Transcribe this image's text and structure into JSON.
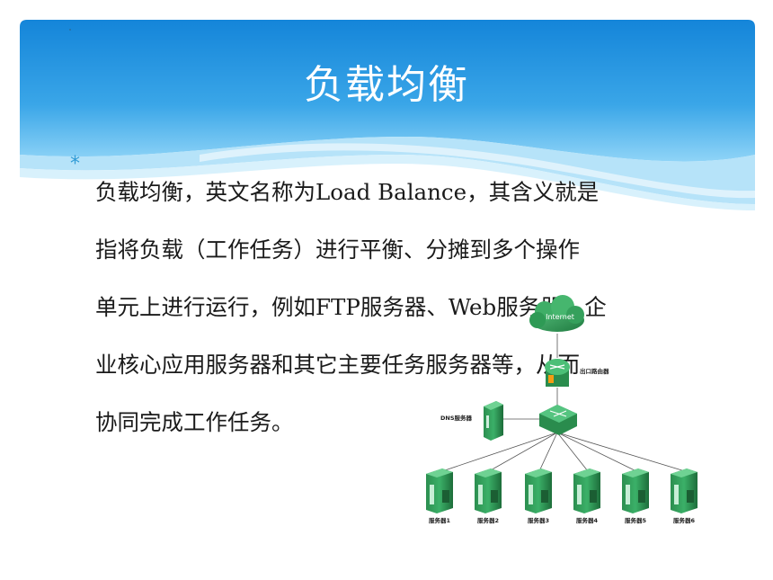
{
  "slide": {
    "title": "负载均衡",
    "bullet_marker": "*",
    "body_lines": [
      "负载均衡，英文名称为Load Balance，其含义就是",
      "指将负载（工作任务）进行平衡、分摊到多个操作",
      "单元上进行运行，例如FTP服务器、Web服务器、企",
      "业核心应用服务器和其它主要任务服务器等，从而",
      "协同完成工作任务。"
    ]
  },
  "diagram": {
    "cloud_label": "Internet",
    "router_label": "出口路由器",
    "dns_label": "DNS服务器",
    "servers": [
      "服务器1",
      "服务器2",
      "服务器3",
      "服务器4",
      "服务器5",
      "服务器6"
    ]
  },
  "colors": {
    "header_blue": "#1e8fe0",
    "header_light": "#8fd4f7",
    "device_green": "#2f9e57",
    "bullet_blue": "#2f9bd6"
  }
}
